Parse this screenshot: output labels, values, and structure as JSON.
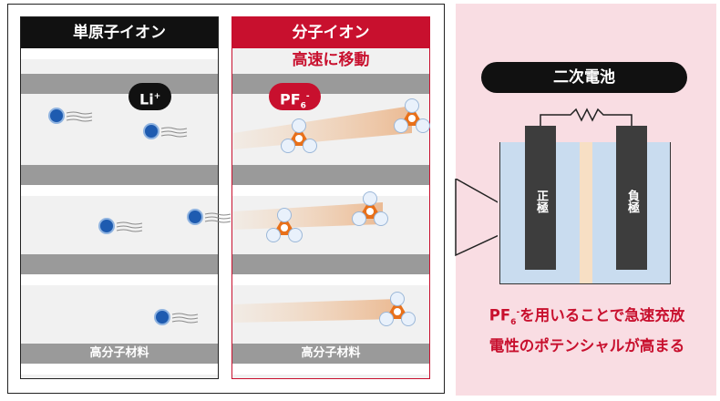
{
  "left_panel": {
    "header": "単原子イオン",
    "ion_label": "Li",
    "ion_sup": "+",
    "band_label": "高分子材料"
  },
  "right_panel": {
    "header": "分子イオン",
    "subtitle": "高速に移動",
    "ion_label": "PF",
    "ion_sub": "6",
    "ion_sup": "-",
    "band_label": "高分子材料"
  },
  "battery": {
    "title": "二次電池",
    "positive_electrode": "正極",
    "negative_electrode": "負極"
  },
  "caption": {
    "ion": "PF",
    "ion_sub": "6",
    "ion_sup": "-",
    "line1_rest": "を用いることで急速充放",
    "line2": "電性のポテンシャルが高まる"
  },
  "colors": {
    "accent_red": "#c8102e",
    "li_ion_blue": "#1e5bb0",
    "pf6_orange": "#e8701a",
    "band_gray": "#9a9a9a",
    "panel_bg": "#f1f1f1",
    "right_area_pink": "#f9dde3"
  }
}
